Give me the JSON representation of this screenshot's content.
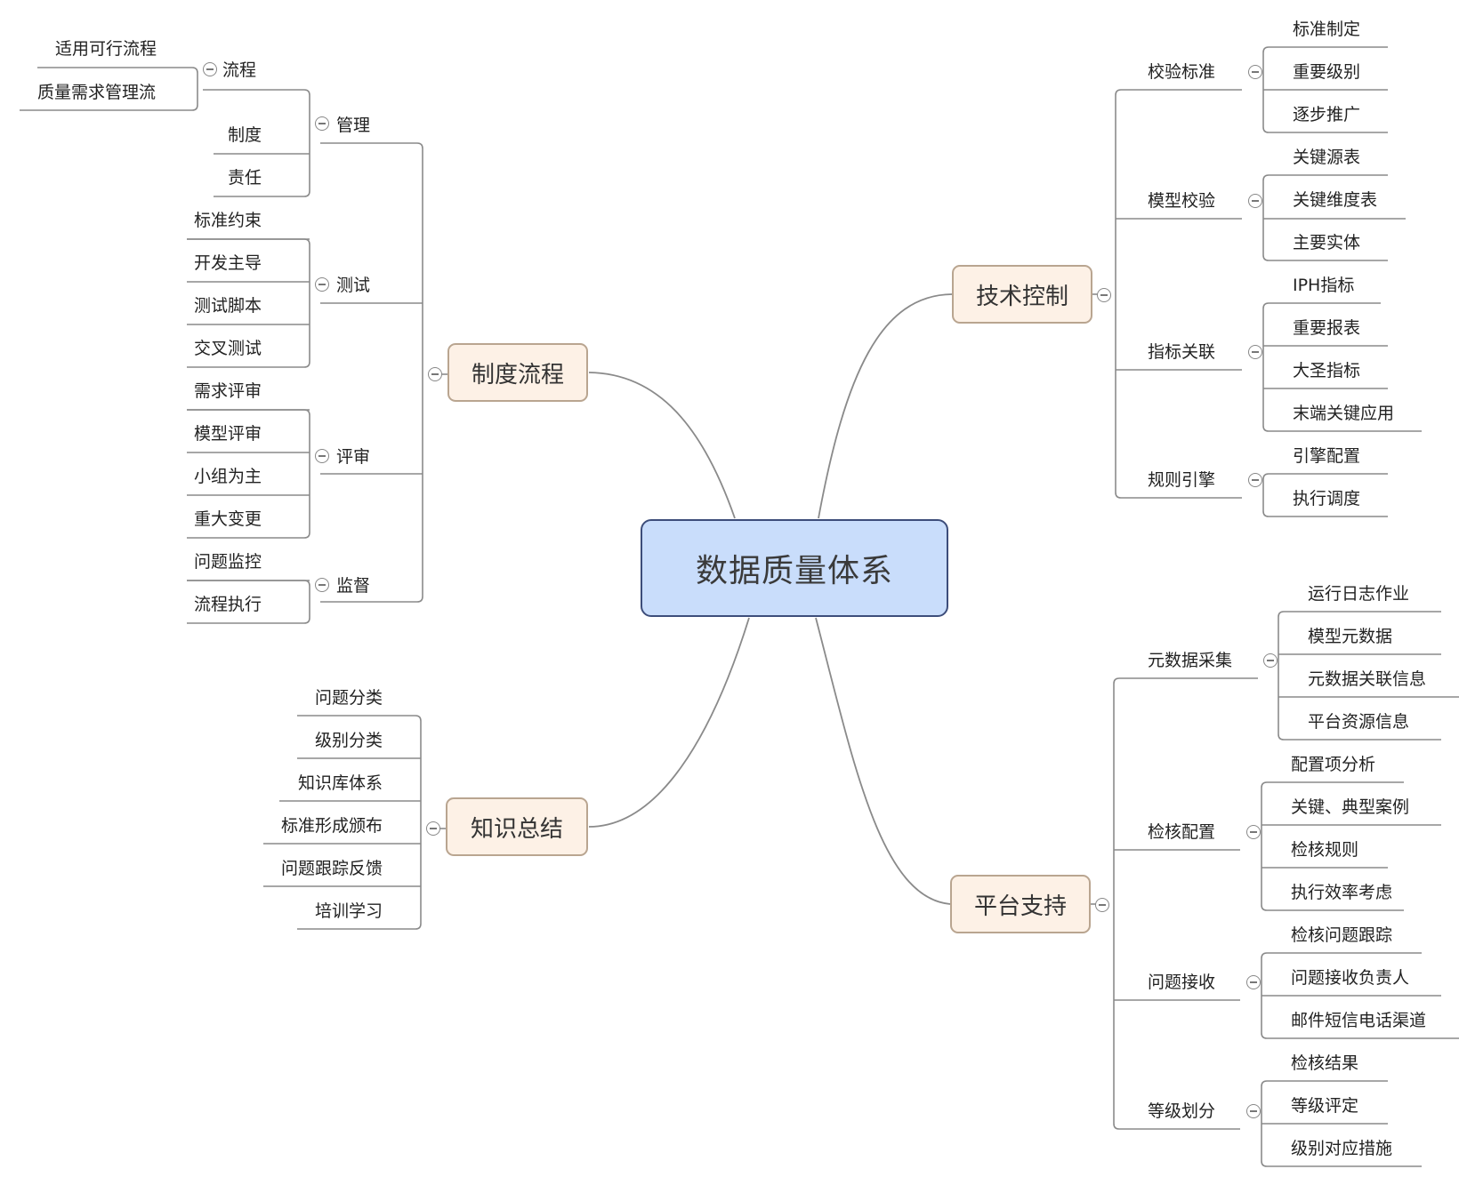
{
  "root": {
    "label": "数据质量体系"
  },
  "branches": [
    {
      "key": "zhidu",
      "label": "制度流程",
      "children": [
        {
          "key": "guanli",
          "label": "管理",
          "children": [
            {
              "key": "liucheng",
              "label": "流程",
              "children": [
                "适用可行流程",
                "质量需求管理流"
              ]
            },
            {
              "label": "制度"
            },
            {
              "label": "责任"
            }
          ]
        },
        {
          "key": "ceshi",
          "label": "测试",
          "children": [
            "标准约束",
            "开发主导",
            "测试脚本",
            "交叉测试"
          ]
        },
        {
          "key": "pingshen",
          "label": "评审",
          "children": [
            "需求评审",
            "模型评审",
            "小组为主",
            "重大变更"
          ]
        },
        {
          "key": "jiandu",
          "label": "监督",
          "children": [
            "问题监控",
            "流程执行"
          ]
        }
      ]
    },
    {
      "key": "zhishi",
      "label": "知识总结",
      "children": [
        "问题分类",
        "级别分类",
        "知识库体系",
        "标准形成颁布",
        "问题跟踪反馈",
        "培训学习"
      ]
    },
    {
      "key": "jishu",
      "label": "技术控制",
      "children": [
        {
          "key": "jiaoyan",
          "label": "校验标准",
          "children": [
            "标准制定",
            "重要级别",
            "逐步推广"
          ]
        },
        {
          "key": "moxing",
          "label": "模型校验",
          "children": [
            "关键源表",
            "关键维度表",
            "主要实体"
          ]
        },
        {
          "key": "zhibiao",
          "label": "指标关联",
          "children": [
            "IPH指标",
            "重要报表",
            "大圣指标",
            "末端关键应用"
          ]
        },
        {
          "key": "guize",
          "label": "规则引擎",
          "children": [
            "引擎配置",
            "执行调度"
          ]
        }
      ]
    },
    {
      "key": "pingtai",
      "label": "平台支持",
      "children": [
        {
          "key": "yuanshuju",
          "label": "元数据采集",
          "children": [
            "运行日志作业",
            "模型元数据",
            "元数据关联信息",
            "平台资源信息"
          ]
        },
        {
          "key": "jianhe",
          "label": "检核配置",
          "children": [
            "配置项分析",
            "关键、典型案例",
            "检核规则",
            "执行效率考虑"
          ]
        },
        {
          "key": "wenti",
          "label": "问题接收",
          "children": [
            "检核问题跟踪",
            "问题接收负责人",
            "邮件短信电话渠道"
          ]
        },
        {
          "key": "dengji",
          "label": "等级划分",
          "children": [
            "检核结果",
            "等级评定",
            "级别对应措施"
          ]
        }
      ]
    }
  ]
}
